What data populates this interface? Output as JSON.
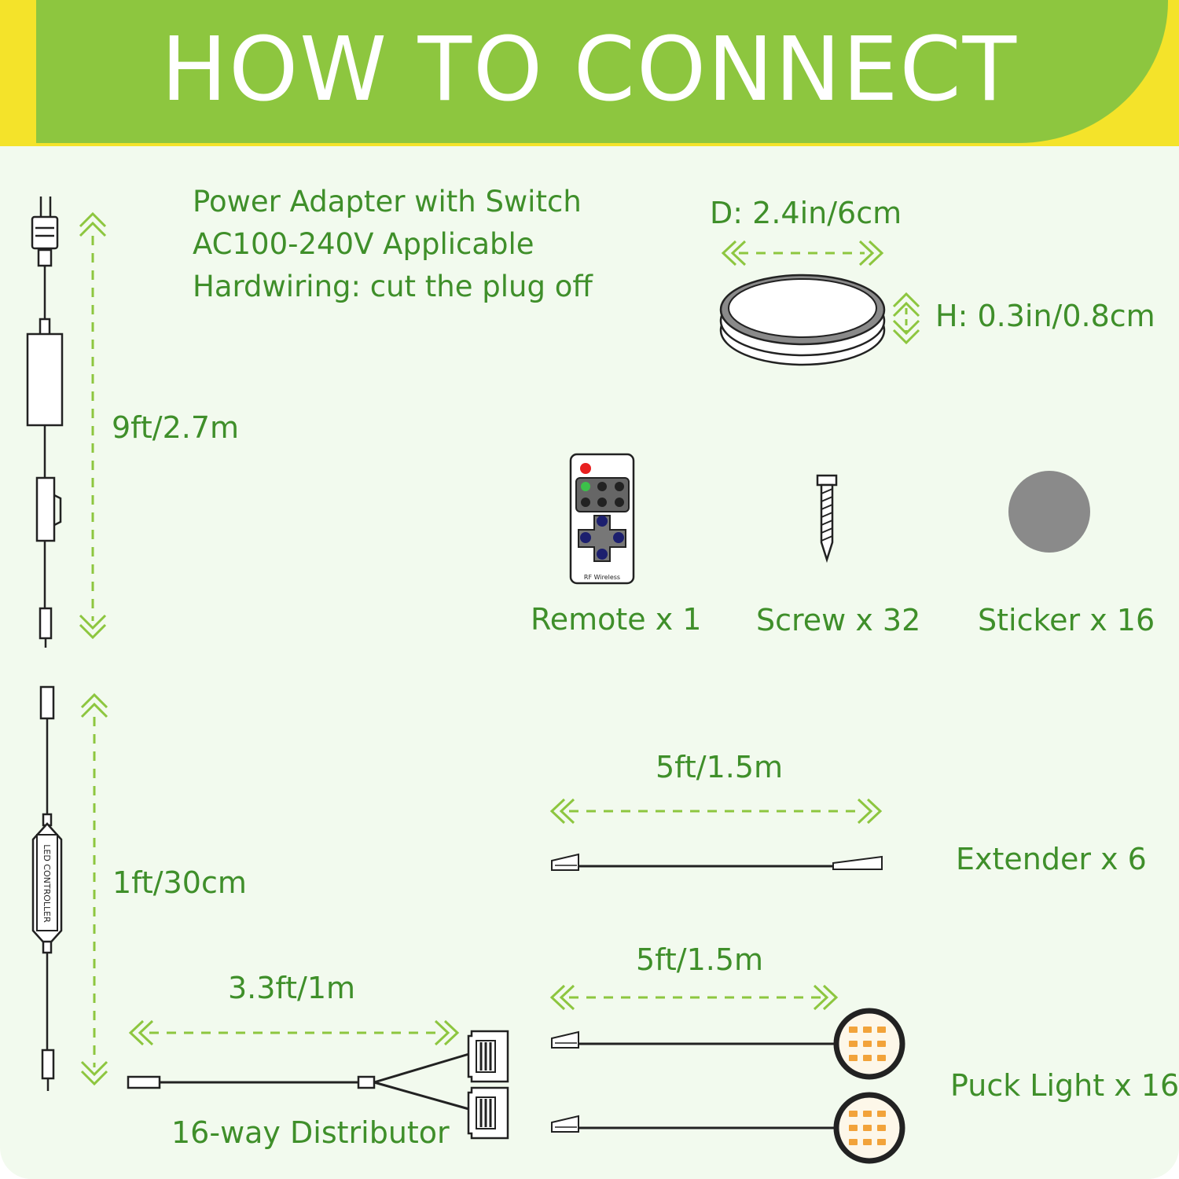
{
  "header": {
    "title": "HOW TO CONNECT"
  },
  "colors": {
    "header_green": "#8dc63f",
    "header_yellow": "#f4e32a",
    "label_green": "#3f8f2a",
    "dash_green": "#8dc63f"
  },
  "adapter": {
    "lines": [
      "Power Adapter with Switch",
      "AC100-240V Applicable",
      "Hardwiring: cut the plug off"
    ],
    "length": "9ft/2.7m"
  },
  "controller": {
    "length": "1ft/30cm",
    "body_text": "LED CONTROLLER"
  },
  "puck_dimensions": {
    "diameter": "D: 2.4in/6cm",
    "height": "H: 0.3in/0.8cm"
  },
  "accessories": [
    {
      "label": "Remote x 1",
      "icon": "remote-icon",
      "note": "RF Wireless"
    },
    {
      "label": "Screw x 32",
      "icon": "screw-icon"
    },
    {
      "label": "Sticker x 16",
      "icon": "sticker-icon"
    }
  ],
  "extender": {
    "length": "5ft/1.5m",
    "label": "Extender x 6"
  },
  "puck_light": {
    "length": "5ft/1.5m",
    "label": "Puck Light x 16"
  },
  "distributor": {
    "length": "3.3ft/1m",
    "label": "16-way Distributor"
  }
}
